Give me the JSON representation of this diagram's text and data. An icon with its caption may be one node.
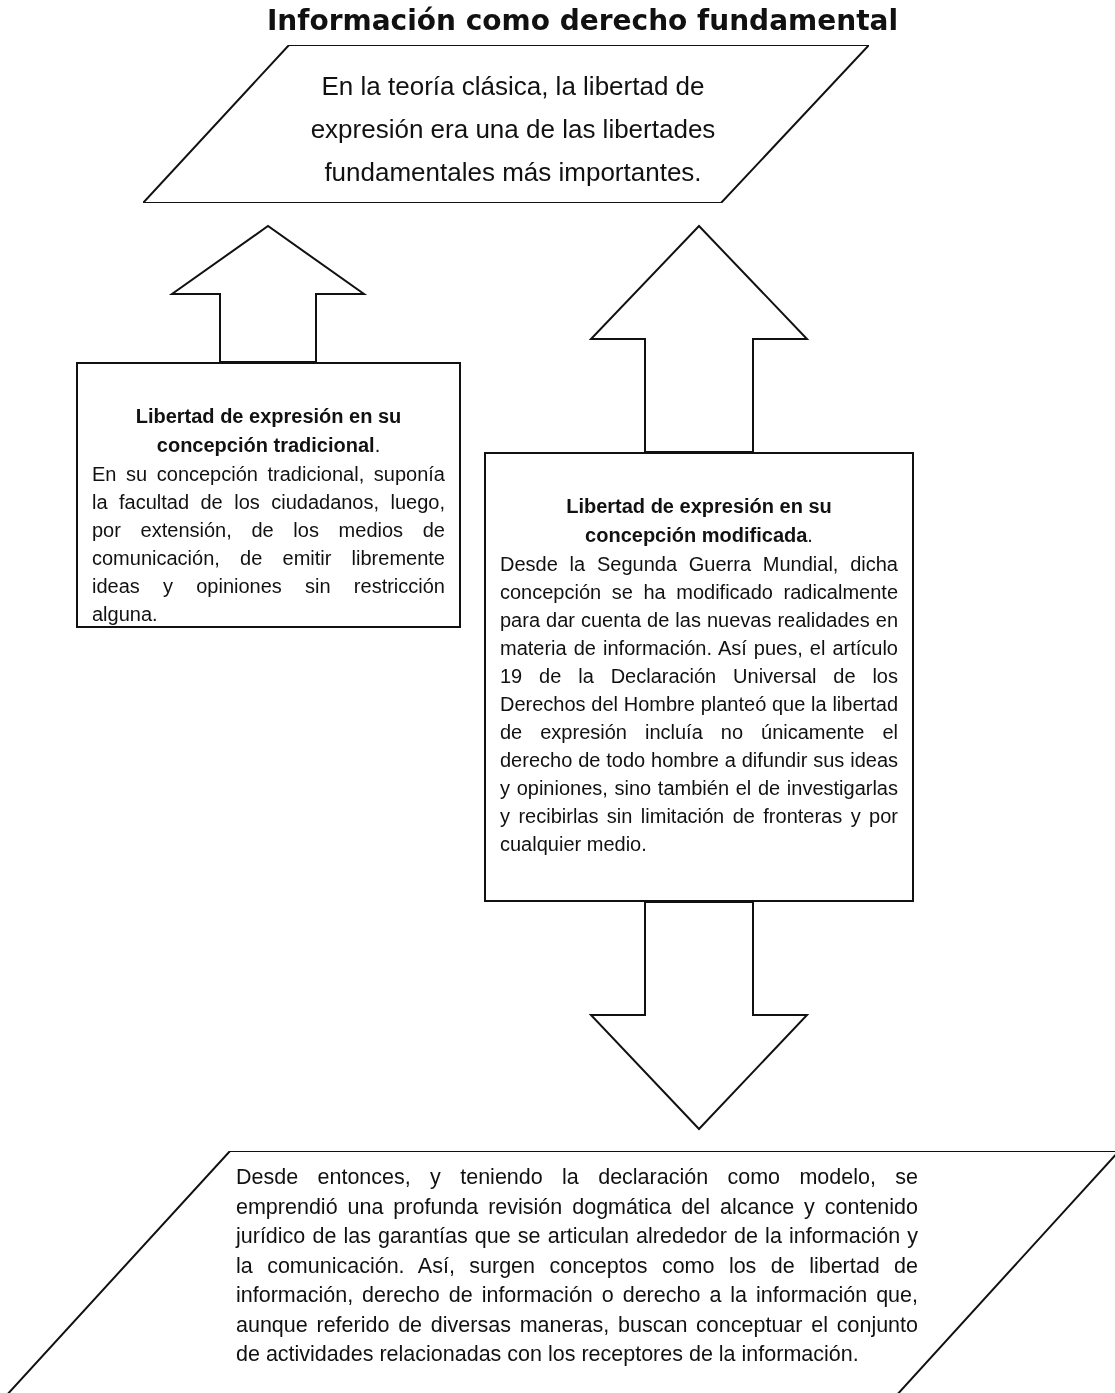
{
  "diagram": {
    "title": "Información como derecho fundamental",
    "nodes": [
      {
        "text": [
          "En la teoría clásica, la libertad de expresión era una de las libertades fundamentales más importantes."
        ]
      },
      {
        "text": [
          "**Libertad de expresión en su concepción tradicional**.",
          "En su concepción tradicional, suponía la facultad de los ciudadanos, luego, por extensión, de los medios de comunicación, de emitir libremente ideas y opiniones sin restricción alguna."
        ]
      },
      {
        "text": [
          "**Libertad de expresión en su concepción modificada**.",
          "Desde la Segunda Guerra Mundial, dicha concepción se ha modificado radicalmente para dar cuenta de las nuevas realidades en materia de información. Así pues, el artículo 19 de la Declaración Universal de los Derechos del Hombre planteó que la libertad de expresión incluía no únicamente el derecho de todo hombre a difundir sus ideas y opiniones, sino también el de investigarlas y recibirlas sin limitación de fronteras y por cualquier medio."
        ]
      },
      {
        "text": [
          "Desde entonces, y teniendo la declaración como modelo, se emprendió una profunda revisión dogmática del alcance y contenido jurídico de las garantías que se articulan alrededor de la información y la comunicación. Así, surgen conceptos como los de libertad de información, derecho de información o derecho a la información que, aunque referido de diversas maneras, buscan conceptuar el conjunto de actividades relacionadas con los receptores de la información."
        ]
      }
    ],
    "edges": [
      {
        "from": 1,
        "to": 0,
        "arrow": "to"
      },
      {
        "from": 2,
        "to": 0,
        "arrow": "to"
      },
      {
        "from": 2,
        "to": 3,
        "arrow": "to"
      }
    ]
  }
}
